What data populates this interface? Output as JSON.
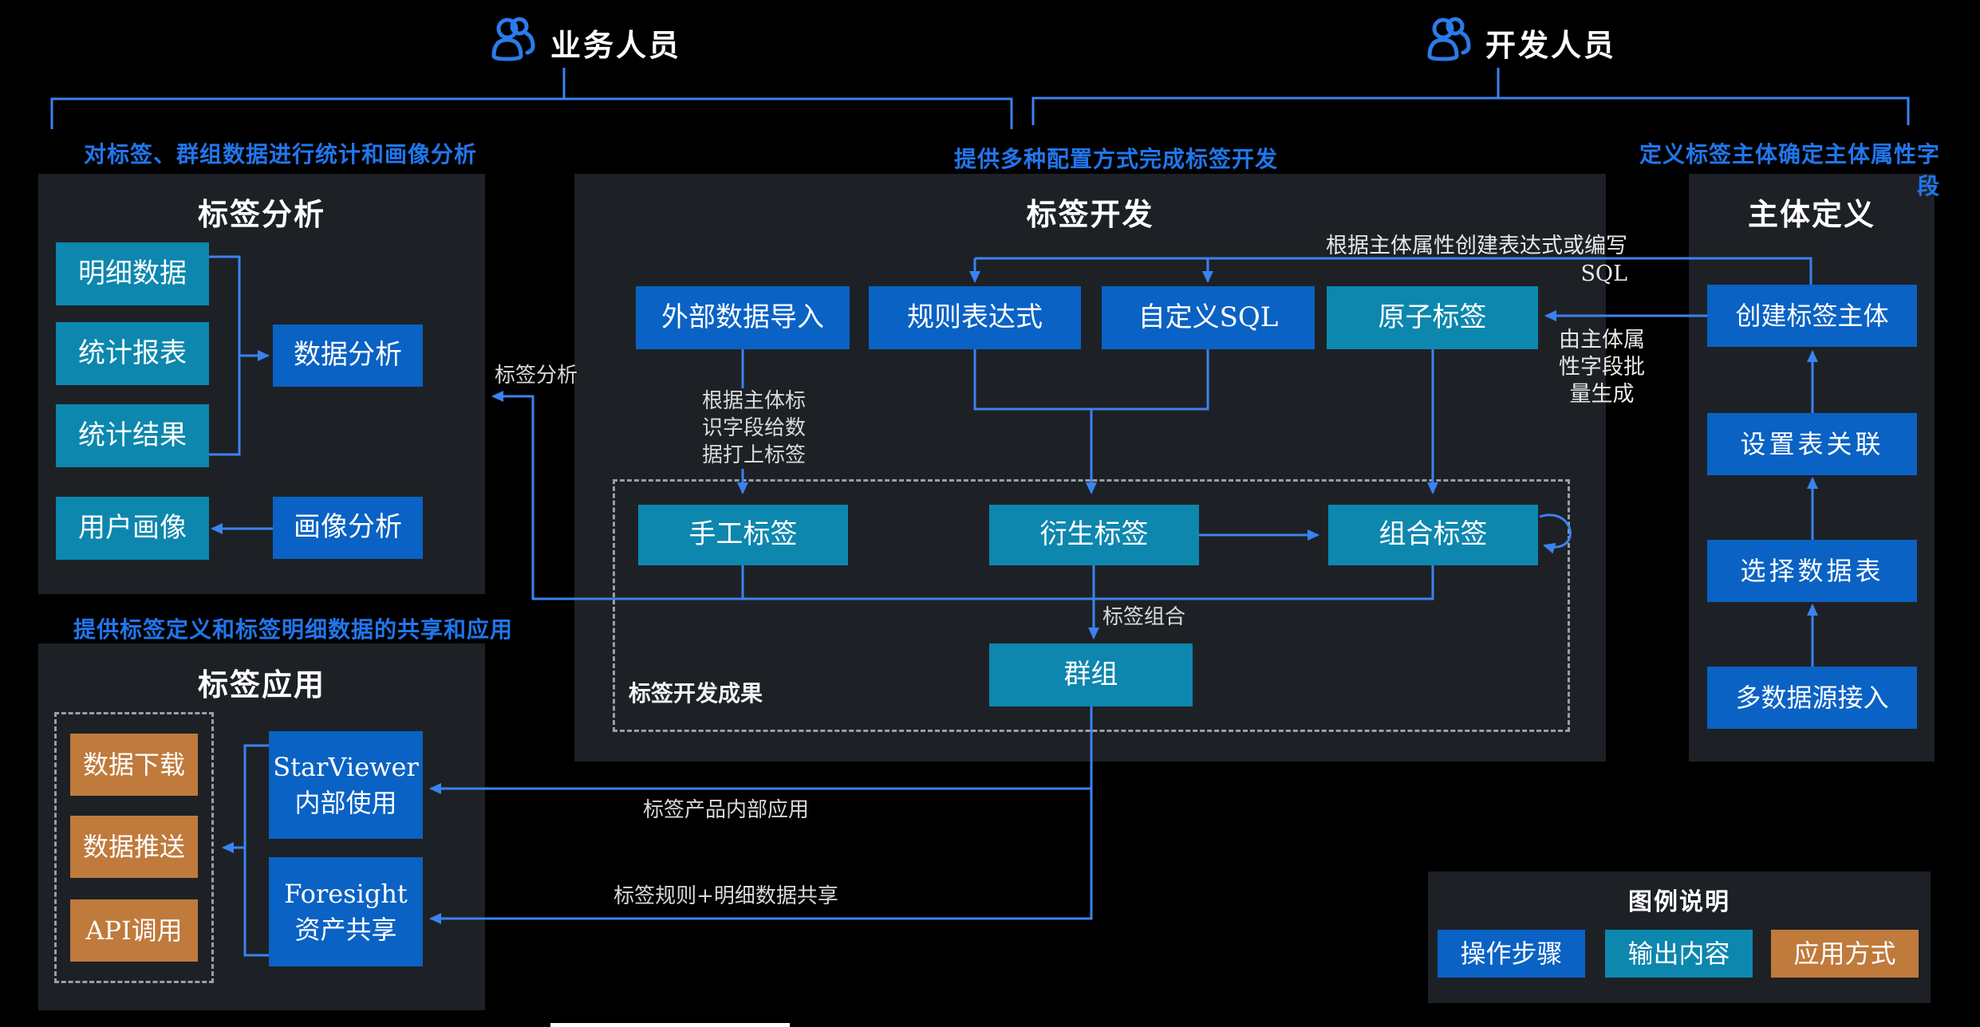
{
  "colors": {
    "background": "#000000",
    "panel": "#1d2126",
    "step_blue": "#0a62c4",
    "output_teal": "#0d87ae",
    "apply_orange": "#bf7a3c",
    "connector_blue": "#3b82f0",
    "annotation_blue": "#2176ec"
  },
  "actors": {
    "business": "业务人员",
    "developer": "开发人员"
  },
  "annotations": {
    "analysis": "对标签、群组数据进行统计和画像分析",
    "development": "提供多种配置方式完成标签开发",
    "subject": "定义标签主体确定主体属性字段",
    "application": "提供标签定义和标签明细数据的共享和应用"
  },
  "panel_analysis": {
    "title": "标签分析",
    "nodes": {
      "detail_data": "明细数据",
      "stat_report": "统计报表",
      "stat_result": "统计结果",
      "data_analysis": "数据分析",
      "user_profile": "用户画像",
      "profile_analysis": "画像分析"
    }
  },
  "panel_dev": {
    "title": "标签开发",
    "outcome_label": "标签开发成果",
    "nodes": {
      "external_import": "外部数据导入",
      "rule_expr": "规则表达式",
      "custom_sql": "自定义SQL",
      "atomic_tag": "原子标签",
      "manual_tag": "手工标签",
      "derived_tag": "衍生标签",
      "combined_tag": "组合标签",
      "group": "群组"
    }
  },
  "panel_subject": {
    "title": "主体定义",
    "nodes": {
      "create_subject": "创建标签主体",
      "set_relation": "设置表关联",
      "select_table": "选择数据表",
      "multi_source": "多数据源接入"
    }
  },
  "panel_app": {
    "title": "标签应用",
    "nodes": {
      "data_download": "数据下载",
      "data_push": "数据推送",
      "api_call": "API调用",
      "starviewer_line1": "StarViewer",
      "starviewer_line2": "内部使用",
      "foresight_line1": "Foresight",
      "foresight_line2": "资产共享"
    }
  },
  "edge_labels": {
    "create_expr_or_sql": "根据主体属性创建表达式或编写SQL",
    "batch_generate": "由主体属\n性字段批\n量生成",
    "tag_by_subject_id": "根据主体标\n识字段给数\n据打上标签",
    "tag_combine": "标签组合",
    "tag_analysis": "标签分析",
    "internal_app": "标签产品内部应用",
    "rule_detail_share": "标签规则+明细数据共享"
  },
  "legend": {
    "title": "图例说明",
    "items": [
      {
        "label": "操作步骤",
        "color": "#0a62c4"
      },
      {
        "label": "输出内容",
        "color": "#0d87ae"
      },
      {
        "label": "应用方式",
        "color": "#bf7a3c"
      }
    ]
  }
}
